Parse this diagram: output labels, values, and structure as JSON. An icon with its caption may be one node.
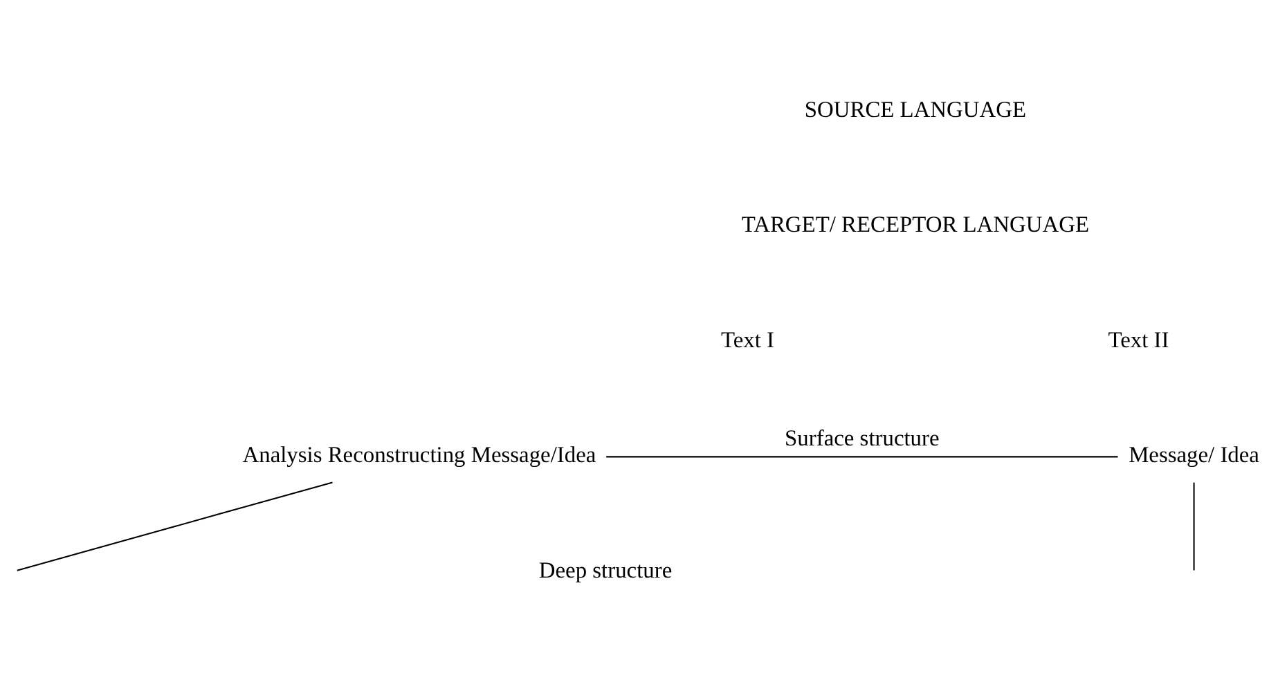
{
  "diagram": {
    "nodes": [
      {
        "text": [
          "Analysis Reconstructing Message/Idea"
        ]
      },
      {
        "text": [
          "Message/ Idea"
        ]
      }
    ],
    "edges": [
      {
        "from": 0,
        "to": 1,
        "arrow": "none",
        "label": "Surface structure"
      },
      {
        "from": 0,
        "to": null,
        "arrow": "none"
      },
      {
        "from": 1,
        "to": null,
        "arrow": "none"
      }
    ],
    "labels": [
      "SOURCE LANGUAGE",
      "TARGET/ RECEPTOR LANGUAGE",
      "Text I",
      "Text II",
      "Deep structure"
    ]
  }
}
